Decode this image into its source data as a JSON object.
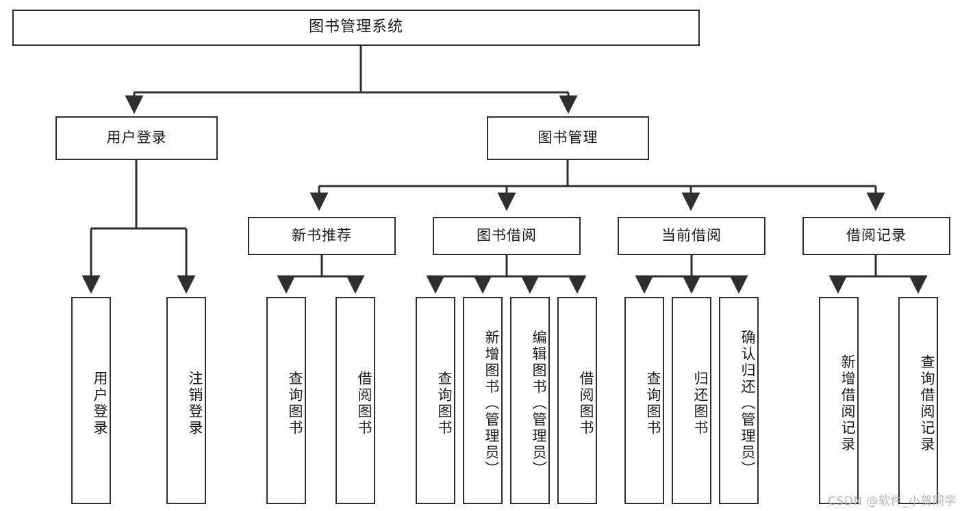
{
  "diagram": {
    "title": "图书管理系统",
    "type": "tree-hierarchy-chart",
    "watermark": "CSDN @软件_小贺同学",
    "colors": {
      "border": "#2f2f2f",
      "background": "#ffffff",
      "text": "#1a1a1a",
      "watermark": "#b6b6b6"
    },
    "levels": {
      "root": {
        "label": "图书管理系统"
      },
      "level2": [
        {
          "id": "user-login",
          "label": "用户登录"
        },
        {
          "id": "book-management",
          "label": "图书管理"
        }
      ],
      "level3": [
        {
          "id": "new-book-recommend",
          "label": "新书推荐",
          "parent": "book-management"
        },
        {
          "id": "book-borrow",
          "label": "图书借阅",
          "parent": "book-management"
        },
        {
          "id": "current-borrow",
          "label": "当前借阅",
          "parent": "book-management"
        },
        {
          "id": "borrow-record",
          "label": "借阅记录",
          "parent": "book-management"
        }
      ],
      "leaves": [
        {
          "id": "leaf-user-login",
          "label": "用户登录",
          "parent": "user-login"
        },
        {
          "id": "leaf-logout-login",
          "label": "注销登录",
          "parent": "user-login"
        },
        {
          "id": "leaf-query-book-1",
          "label": "查询图书",
          "parent": "new-book-recommend"
        },
        {
          "id": "leaf-borrow-book-1",
          "label": "借阅图书",
          "parent": "new-book-recommend"
        },
        {
          "id": "leaf-query-book-2",
          "label": "查询图书",
          "parent": "book-borrow"
        },
        {
          "id": "leaf-add-book",
          "label": "新增图书（管理员）",
          "parent": "book-borrow"
        },
        {
          "id": "leaf-edit-book",
          "label": "编辑图书（管理员）",
          "parent": "book-borrow"
        },
        {
          "id": "leaf-borrow-book-2",
          "label": "借阅图书",
          "parent": "book-borrow"
        },
        {
          "id": "leaf-query-book-3",
          "label": "查询图书",
          "parent": "current-borrow"
        },
        {
          "id": "leaf-return-book",
          "label": "归还图书",
          "parent": "current-borrow"
        },
        {
          "id": "leaf-confirm-return",
          "label": "确认归还（管理员）",
          "parent": "current-borrow"
        },
        {
          "id": "leaf-add-record",
          "label": "新增借阅记录",
          "parent": "borrow-record"
        },
        {
          "id": "leaf-query-record",
          "label": "查询借阅记录",
          "parent": "borrow-record"
        }
      ]
    }
  }
}
